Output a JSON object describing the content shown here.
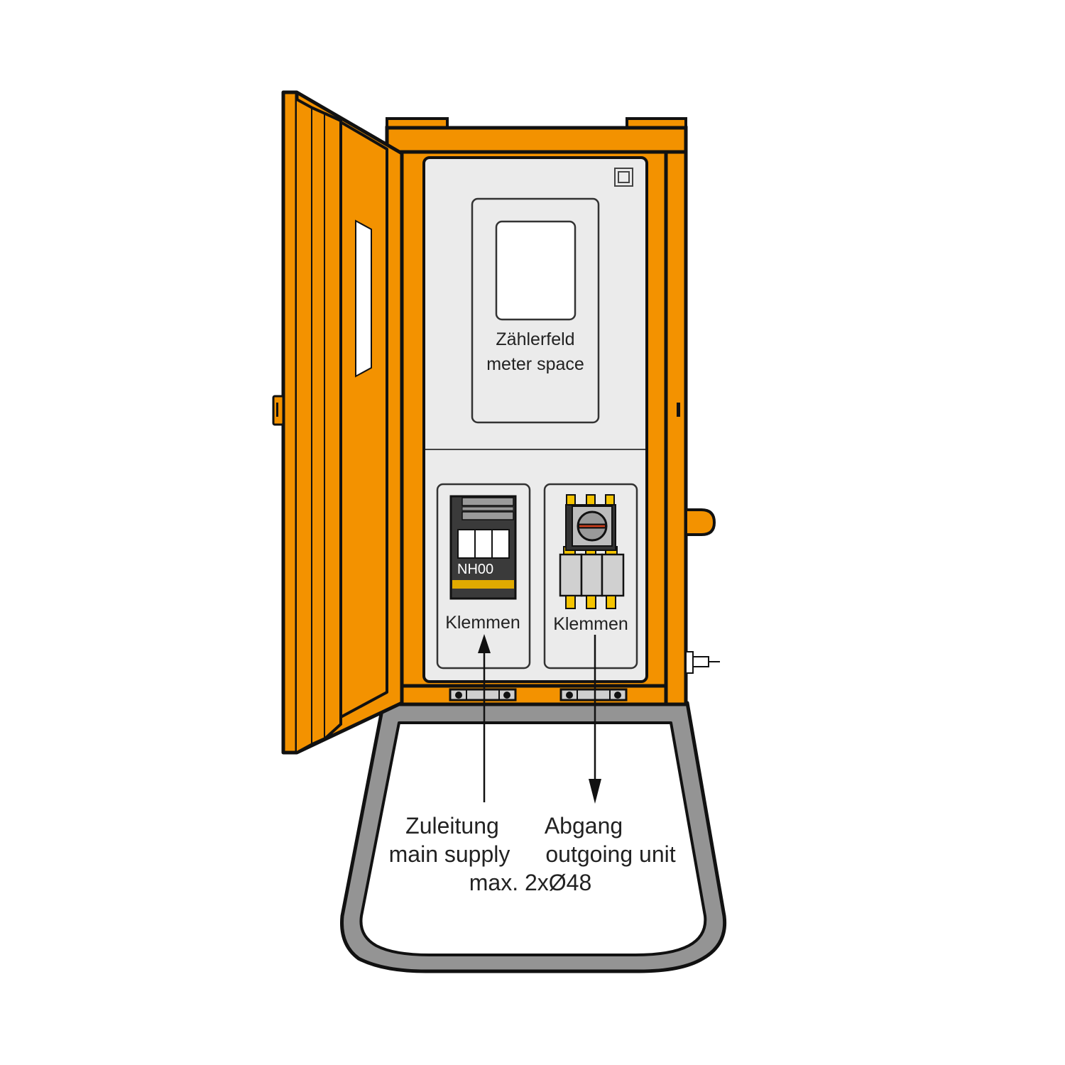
{
  "diagram": {
    "title": "Meter connection cabinet with open door",
    "colors": {
      "housing": "#f39200",
      "outline": "#111111",
      "panel": "#ebebeb",
      "base": "#949494",
      "fuse_body": "#3a3a3a",
      "terminal_yellow": "#f5c400",
      "fuse_stripe": "#e0aa00",
      "switch_red": "#d2401c",
      "window": "#ffffff"
    },
    "meter_field": {
      "label_de": "Zählerfeld",
      "label_en": "meter space"
    },
    "left_module": {
      "device": "NH00",
      "terminal_label": "Klemmen"
    },
    "right_module": {
      "device": "rotary switch-disconnector",
      "terminal_label": "Klemmen"
    },
    "cable_entries": {
      "supply_de": "Zuleitung",
      "supply_en": "main supply",
      "outgoing_de": "Abgang",
      "outgoing_en": "outgoing unit",
      "max_spec": "max. 2xØ48"
    },
    "icons": [
      "protection-class-2-icon",
      "door-hinge-icon",
      "handle-icon",
      "ground-bolt-icon",
      "arrow-up-icon",
      "arrow-down-icon"
    ]
  }
}
